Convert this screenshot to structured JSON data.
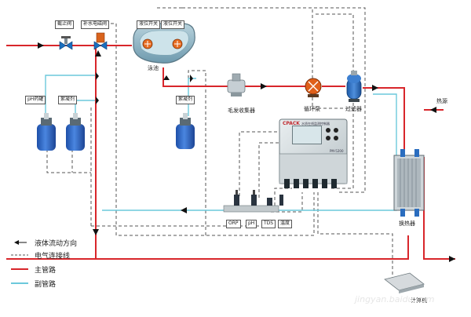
{
  "labels": {
    "check_valve": "截止阀",
    "solenoid_valve": "补水电磁阀",
    "pool": "泳池",
    "drain_switch_left": "液位开关",
    "drain_switch_right": "液位开关",
    "ph_dosing_tank": "pH药罐",
    "chlorine_tank": "絮凝剂",
    "flocculant_tank": "絮凝剂",
    "hair_collector": "毛发收集器",
    "circulation_pump": "循环泵",
    "filter": "过滤器",
    "heat_source": "热源",
    "heat_exchanger": "换热器",
    "computer": "计算机"
  },
  "controller": {
    "brand": "CPACK",
    "screen_title": "水质在线监测控制器",
    "model": "PM-5200"
  },
  "sensors": [
    "ORP",
    "pH",
    "TDS",
    "温度"
  ],
  "legend": [
    {
      "key": "flow",
      "text": "液体流动方向",
      "color": "#111111"
    },
    {
      "key": "elec",
      "text": "电气连接线",
      "color": "#555555"
    },
    {
      "key": "main",
      "text": "主管路",
      "color": "#d8262b"
    },
    {
      "key": "aux",
      "text": "副管路",
      "color": "#6cc9dc"
    }
  ],
  "watermark": "jingyan.baidu.com",
  "colors": {
    "main_pipe": "#d8262b",
    "aux_pipe": "#6cc9dc",
    "elec_line": "#555555",
    "tank": "#2f63c4",
    "pump": "#e0601a",
    "filter": "#2a6dbf"
  }
}
